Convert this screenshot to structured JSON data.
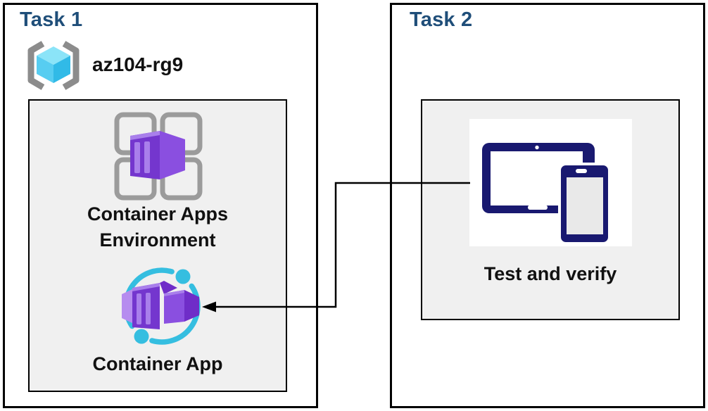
{
  "colors": {
    "title_blue": "#1F4E79",
    "text_black": "#111111",
    "border_black": "#000000",
    "panel_fill": "#F0F0F0",
    "device_navy": "#191970",
    "accent_cyan": "#35BEE0",
    "bracket_gray": "#8C8C8C",
    "frame_gray": "#9B9B9B",
    "cube_top": "#8BE4F8",
    "cube_left": "#57CDF1",
    "cube_right": "#31BAE7",
    "purple_front": "#7436CE",
    "purple_right": "#8A4FE0",
    "purple_stripe": "#A97FEB",
    "purple_flap": "#B68CEF",
    "purple_deep": "#6F2DC8",
    "screen_gray": "#E9E9E9"
  },
  "task1": {
    "title": "Task 1",
    "resource_group": {
      "name": "az104-rg9",
      "icon": "resource-group-icon"
    },
    "environment": {
      "label_line1": "Container Apps",
      "label_line2": "Environment",
      "icon": "container-apps-environment-icon"
    },
    "app": {
      "label": "Container App",
      "icon": "container-app-icon"
    }
  },
  "task2": {
    "title": "Task 2",
    "verify": {
      "label": "Test and verify",
      "icon": "devices-icon"
    }
  },
  "connector": {
    "type": "elbow-arrow",
    "from": "test-and-verify-icon",
    "to": "container-app-icon"
  }
}
